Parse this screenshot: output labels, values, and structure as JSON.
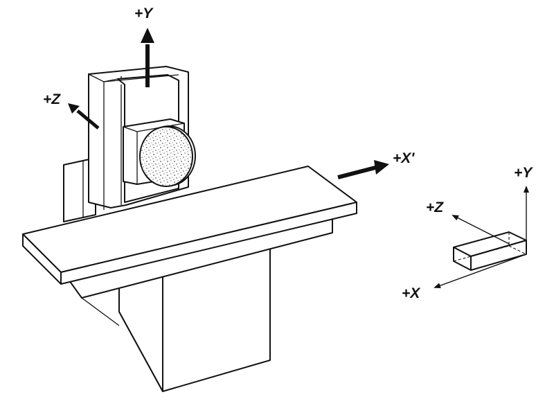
{
  "labels": {
    "machine_y": "+Y",
    "machine_z": "+Z",
    "machine_x_prime": "+X'",
    "part_y": "+Y",
    "part_z": "+Z",
    "part_x": "+X"
  }
}
